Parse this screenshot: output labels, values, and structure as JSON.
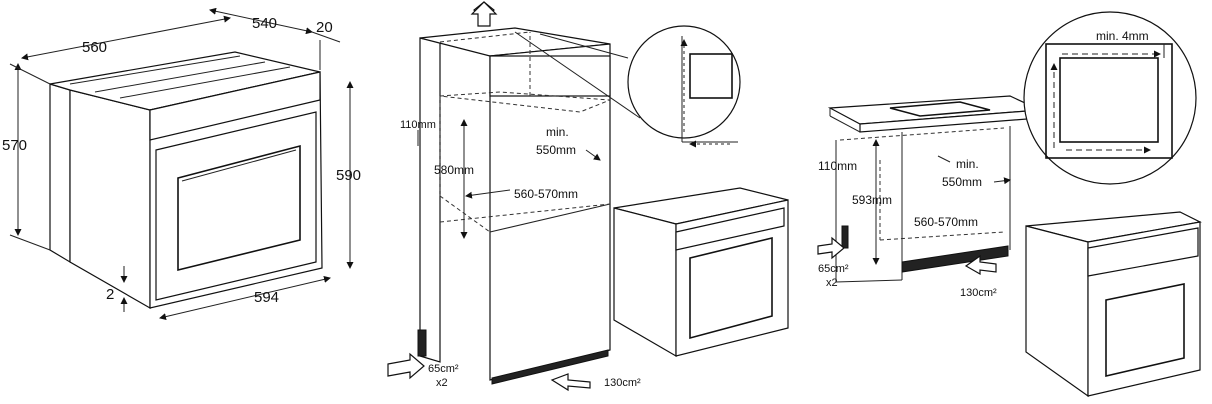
{
  "oven_dimensions": {
    "depth_total": "560",
    "depth_body": "540",
    "front_panel": "20",
    "height_body": "570",
    "height_front": "590",
    "width_front": "594",
    "gap_bottom": "2"
  },
  "column_installation": {
    "top_clearance": "110mm",
    "niche_height": "580mm",
    "min_depth_label": "min.",
    "min_depth_value": "550mm",
    "niche_width": "560-570mm",
    "vent_bottom": "65cm²",
    "vent_bottom_multiplier": "x2",
    "vent_front": "130cm²"
  },
  "undercounter_installation": {
    "top_clearance": "110mm",
    "niche_height": "593mm",
    "min_depth_label": "min.",
    "min_depth_value": "550mm",
    "niche_width": "560-570mm",
    "vent_bottom": "65cm²",
    "vent_bottom_multiplier": "x2",
    "vent_front": "130cm²",
    "gap_label": "min. 4mm"
  },
  "icons": [
    "up-arrow-icon",
    "airflow-arrow-icon"
  ]
}
